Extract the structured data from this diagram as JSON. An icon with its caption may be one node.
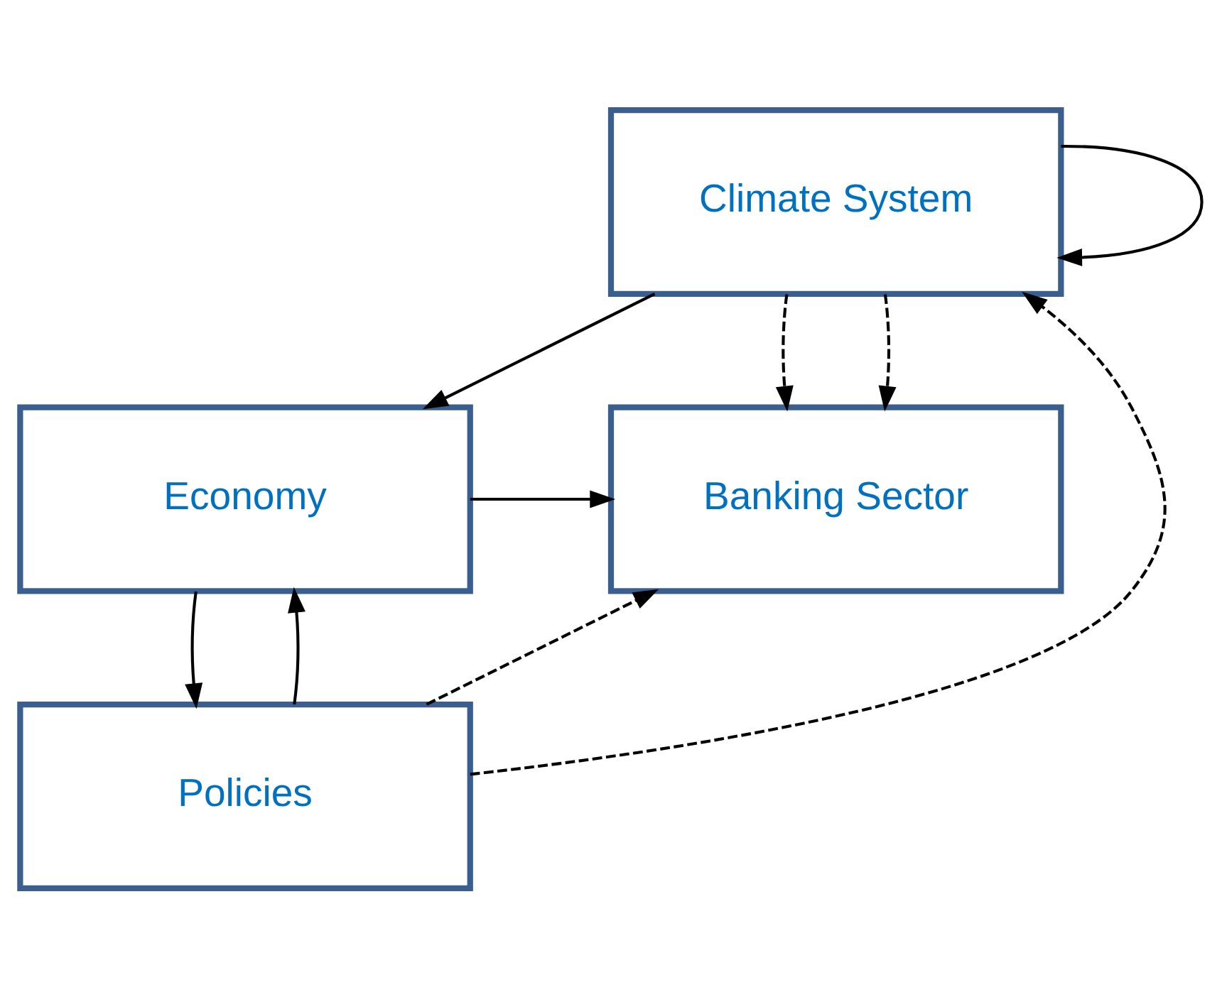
{
  "diagram": {
    "nodes": [
      {
        "text": [
          "Climate System"
        ]
      },
      {
        "text": [
          "Economy"
        ]
      },
      {
        "text": [
          "Banking Sector"
        ]
      },
      {
        "text": [
          "Policies"
        ]
      }
    ],
    "edges": [
      {
        "from": 0,
        "to": 0,
        "arrow": "to"
      },
      {
        "from": 0,
        "to": 1,
        "arrow": "to"
      },
      {
        "from": 0,
        "to": 2,
        "arrow": "to",
        "style": "dashed"
      },
      {
        "from": 0,
        "to": 2,
        "arrow": "to",
        "style": "dashed"
      },
      {
        "from": 1,
        "to": 2,
        "arrow": "to"
      },
      {
        "from": 1,
        "to": 3,
        "arrow": "to"
      },
      {
        "from": 3,
        "to": 1,
        "arrow": "to"
      },
      {
        "from": 3,
        "to": 0,
        "arrow": "to",
        "style": "dashed"
      },
      {
        "from": 3,
        "to": 2,
        "arrow": "to",
        "style": "dashed"
      }
    ]
  }
}
